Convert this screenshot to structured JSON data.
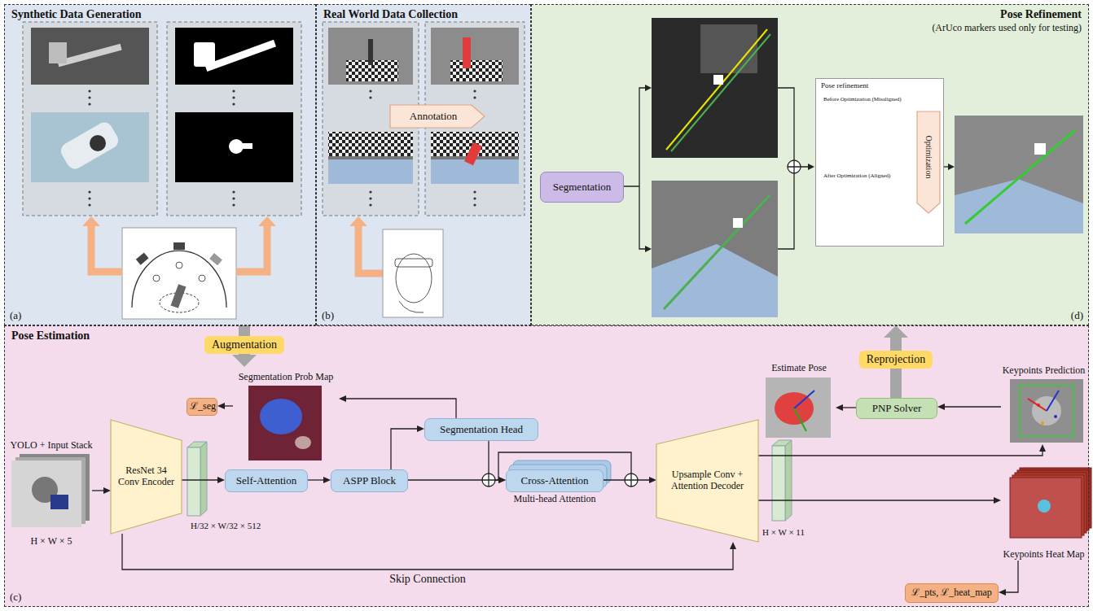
{
  "diagram": {
    "nodes": [
      {
        "text": [
          "Synthetic Data Generation",
          "(a)"
        ]
      },
      {
        "text": [
          "Real World Data Collection",
          "(b)"
        ]
      },
      {
        "text": [
          "Annotation"
        ],
        "in": 1
      },
      {
        "text": [
          "Pose Refinement",
          "(ArUco markers used only for testing)",
          "(d)"
        ]
      },
      {
        "text": [
          "Segmentation"
        ],
        "in": 3
      },
      {
        "text": [
          "Pose refinement"
        ],
        "in": 3
      },
      {
        "text": [
          "Optimization"
        ],
        "in": 5
      },
      {
        "text": [
          "Pose Estimation",
          "(c)"
        ]
      },
      {
        "text": [
          "YOLO + Input Stack",
          "H × W × 5"
        ],
        "in": 7
      },
      {
        "text": [
          "ResNet 34 Conv Encoder"
        ],
        "in": 7
      },
      {
        "text": [
          "Self-Attention"
        ],
        "in": 7
      },
      {
        "text": [
          "ASPP Block"
        ],
        "in": 7
      },
      {
        "text": [
          "Segmentation Head"
        ],
        "in": 7
      },
      {
        "text": [
          "Segmentation Prob Map"
        ],
        "in": 7
      },
      {
        "text": [
          "ℒ_seg"
        ],
        "in": 7
      },
      {
        "text": [
          "Cross-Attention",
          "Multi-head Attention"
        ],
        "in": 7
      },
      {
        "text": [
          "Upsample Conv + Attention Decoder"
        ],
        "in": 7
      },
      {
        "text": [
          "Estimate Pose"
        ],
        "in": 7
      },
      {
        "text": [
          "PNP Solver"
        ],
        "in": 7
      },
      {
        "text": [
          "Keypoints Prediction"
        ],
        "in": 7
      },
      {
        "text": [
          "Keypoints Heat Map"
        ],
        "in": 7
      },
      {
        "text": [
          "ℒ_pts, ℒ_heat_map"
        ],
        "in": 7
      }
    ],
    "edges": [
      {
        "from": 0,
        "to": 13,
        "label": "Augmentation",
        "arrow": "to"
      },
      {
        "from": 8,
        "to": 9,
        "arrow": "to"
      },
      {
        "from": 9,
        "to": 10,
        "arrow": "to"
      },
      {
        "from": 10,
        "to": 11,
        "arrow": "to"
      },
      {
        "from": 11,
        "to": 12,
        "arrow": "to"
      },
      {
        "from": 12,
        "to": 13,
        "arrow": "to"
      },
      {
        "from": 13,
        "to": 14,
        "arrow": "to"
      },
      {
        "from": 11,
        "to": 15,
        "arrow": "to"
      },
      {
        "from": 12,
        "to": 15,
        "arrow": "to"
      },
      {
        "from": 15,
        "to": 16,
        "arrow": "to"
      },
      {
        "from": 9,
        "to": 16,
        "label": "Skip Connection",
        "arrow": "to"
      },
      {
        "from": 16,
        "to": 19,
        "arrow": "to"
      },
      {
        "from": 16,
        "to": 20,
        "arrow": "to"
      },
      {
        "from": 19,
        "to": 18,
        "arrow": "to"
      },
      {
        "from": 18,
        "to": 17,
        "arrow": "to"
      },
      {
        "from": 20,
        "to": 21,
        "arrow": "to"
      },
      {
        "from": 18,
        "to": 3,
        "label": "Reprojection",
        "arrow": "to"
      }
    ],
    "labels": [
      "H/32 × W/32 × 512",
      "H × W × 11",
      "Before Optimization (Misaligned)",
      "After Optimization (Aligned)"
    ]
  }
}
